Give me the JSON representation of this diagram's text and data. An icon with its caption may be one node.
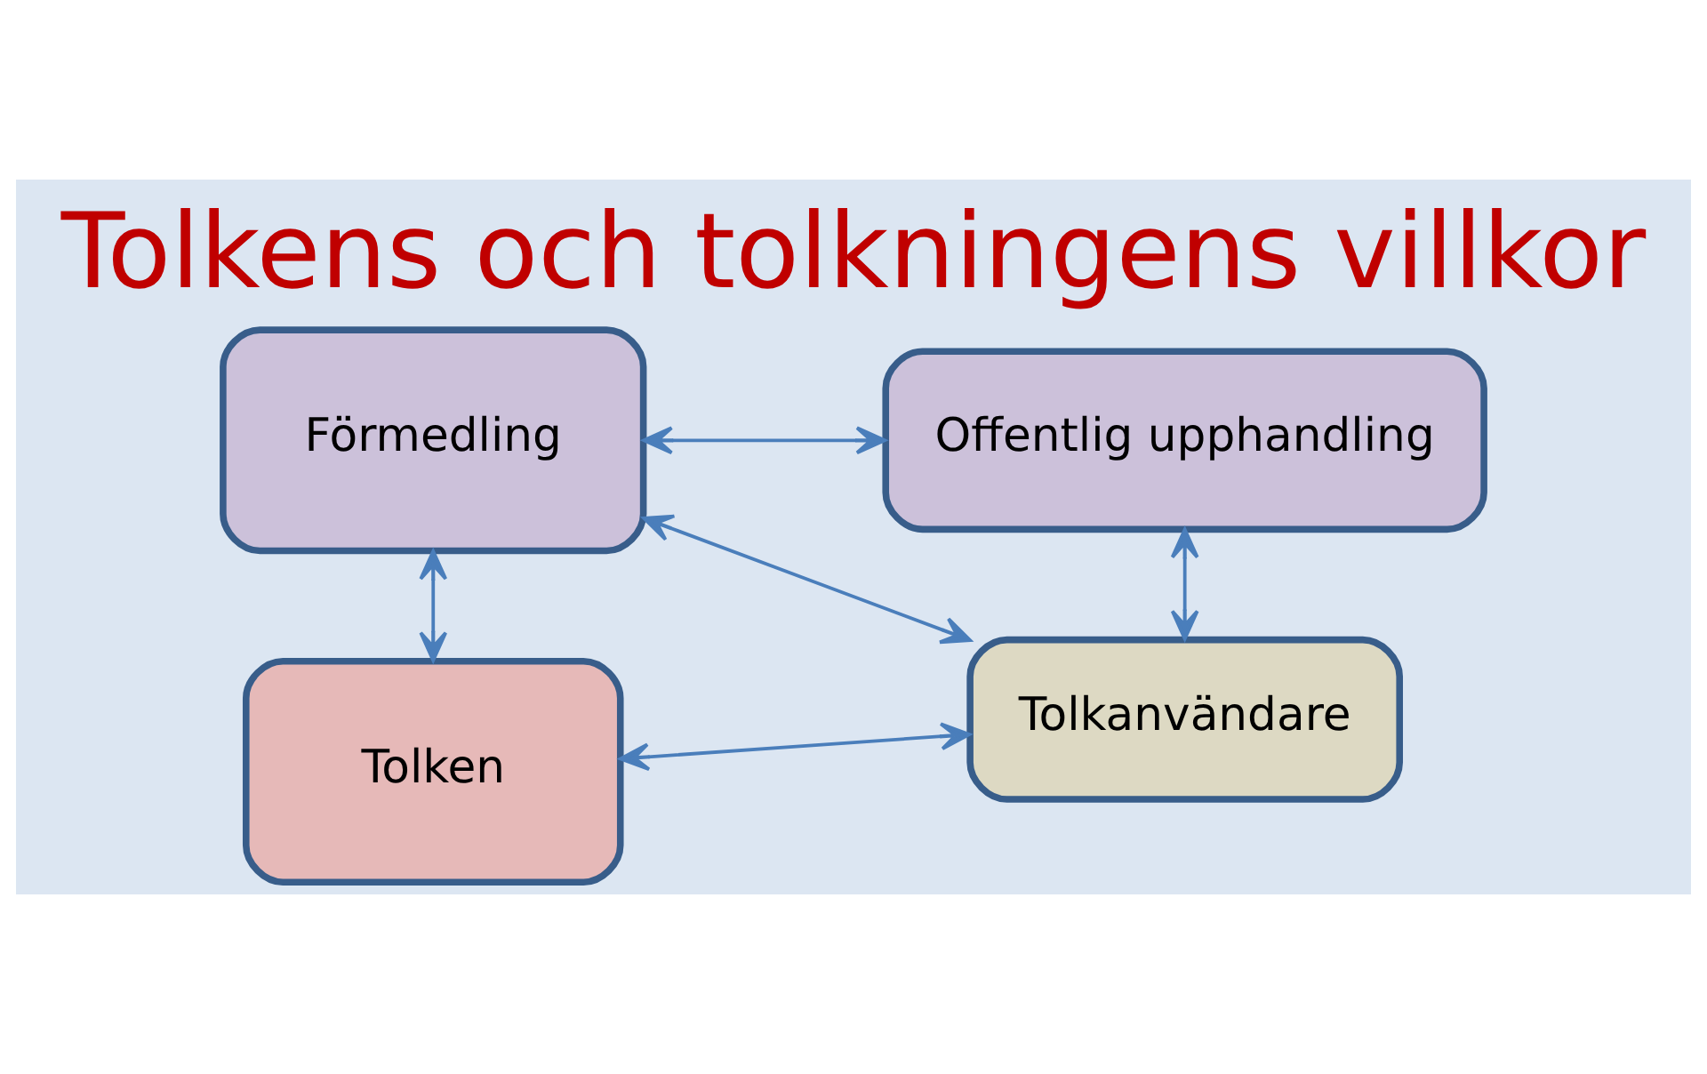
{
  "diagram": {
    "title": "Tolkens och tolkningens villkor",
    "nodes": [
      {
        "text": [
          "Förmedling"
        ]
      },
      {
        "text": [
          "Offentlig upphandling"
        ]
      },
      {
        "text": [
          "Tolkanvändare"
        ]
      },
      {
        "text": [
          "Tolken"
        ]
      }
    ],
    "edges": [
      {
        "from": 0,
        "to": 1,
        "arrow": "both"
      },
      {
        "from": 0,
        "to": 2,
        "arrow": "both"
      },
      {
        "from": 1,
        "to": 2,
        "arrow": "both"
      },
      {
        "from": 0,
        "to": 3,
        "arrow": "both"
      },
      {
        "from": 3,
        "to": 2,
        "arrow": "both"
      }
    ]
  }
}
